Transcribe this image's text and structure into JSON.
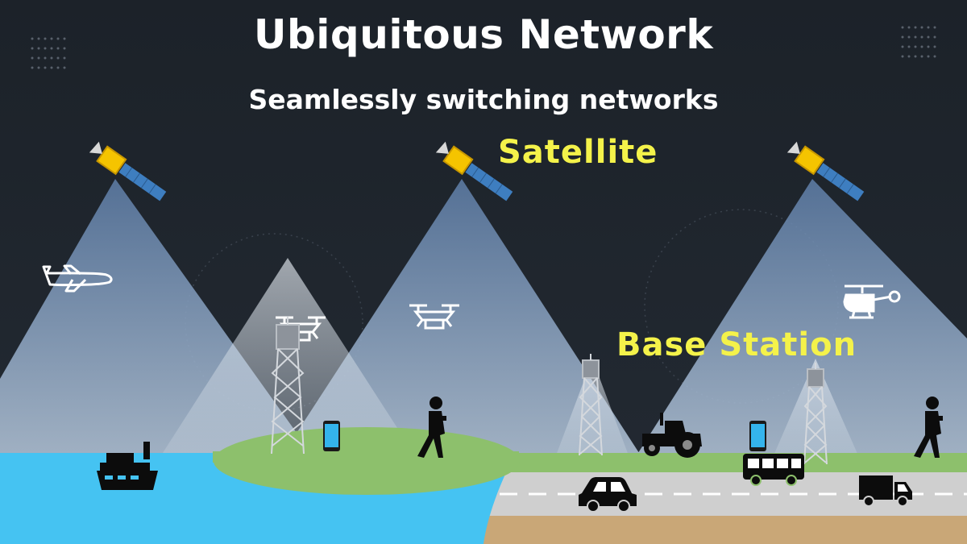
{
  "title": "Ubiquitous Network",
  "subtitle": "Seamlessly switching networks",
  "labels": {
    "satellite": "Satellite",
    "base_station": "Base Station"
  },
  "colors": {
    "background": "#1f252d",
    "heading_text": "#ffffff",
    "label_text": "#f4f24a",
    "sea": "#45c3f2",
    "land": "#8dc06c",
    "road": "#cfcfcf",
    "soil": "#c9a777",
    "satellite_panel": "#3e7ec0",
    "satellite_body": "#f5c400"
  },
  "icons": [
    "satellite-icon",
    "airplane-icon",
    "drone-icon",
    "helicopter-icon",
    "cell-tower-icon",
    "smartphone-icon",
    "pedestrian-icon",
    "ship-icon",
    "tractor-icon",
    "bus-icon",
    "car-icon",
    "truck-icon"
  ]
}
